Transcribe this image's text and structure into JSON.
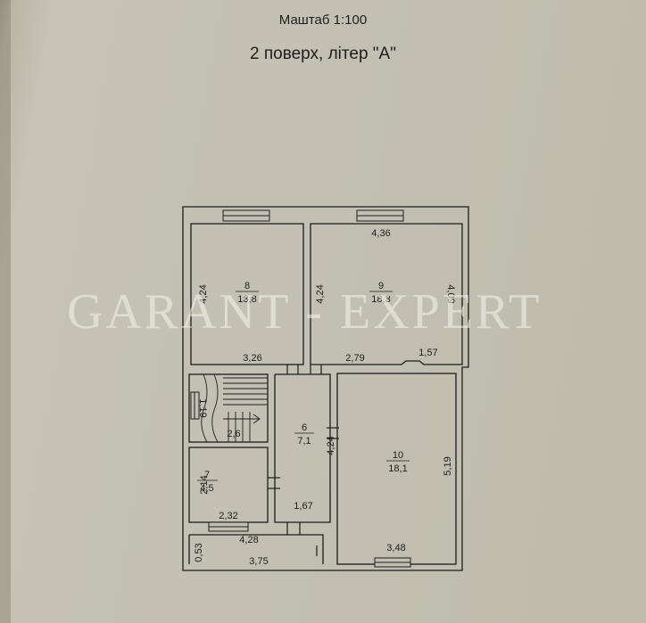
{
  "header": {
    "scale": "Маштаб 1:100",
    "floor": "2 поверх, літер \"А\""
  },
  "watermark": "GARANT - EXPERT",
  "rooms": [
    {
      "number": "8",
      "area": "13,8"
    },
    {
      "number": "9",
      "area": "18,3"
    },
    {
      "number": "6",
      "area": "7,1"
    },
    {
      "number": "7",
      "area": "4,5"
    },
    {
      "number": "10",
      "area": "18,1"
    }
  ],
  "dimensions": {
    "d436": "4,36",
    "d424a": "4,24",
    "d424b": "4,24",
    "d409": "4,09",
    "d326": "3,26",
    "d279": "2,79",
    "d157": "1,57",
    "d119": "1,19",
    "d26": "2,6",
    "d424c": "4,24",
    "d519": "5,19",
    "d214": "2,14",
    "d232": "2,32",
    "d167": "1,67",
    "d428": "4,28",
    "d348": "3,48",
    "d053": "0,53",
    "d375": "3,75"
  },
  "colors": {
    "paper": "#c3c0b3",
    "lines": "#1c1c1c",
    "watermark": "#f5f4ee"
  }
}
